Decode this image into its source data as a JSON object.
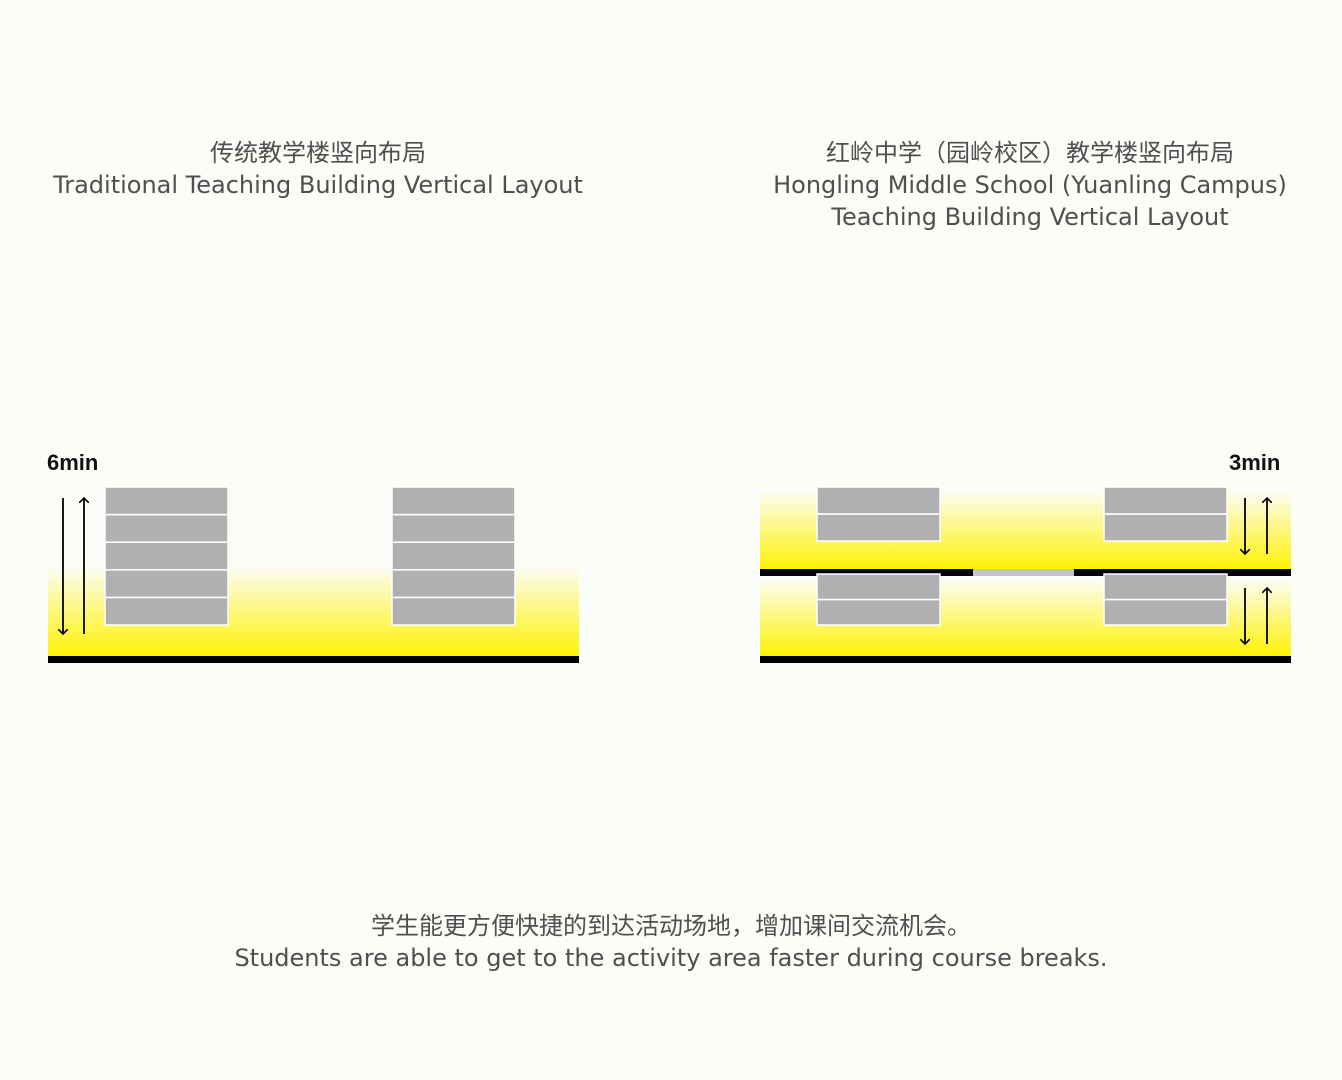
{
  "left_diagram": {
    "title_zh": "传统教学楼竖向布局",
    "title_en": "Traditional Teaching Building Vertical Layout",
    "time_label": "6min",
    "floors_per_building": 5
  },
  "right_diagram": {
    "title_zh": "红岭中学（园岭校区）教学楼竖向布局",
    "title_en_line1": "Hongling Middle School (Yuanling Campus)",
    "title_en_line2": "Teaching Building Vertical Layout",
    "time_label": "3min",
    "floors_per_segment": 2
  },
  "caption": {
    "zh": "学生能更方便快捷的到达活动场地，增加课间交流机会。",
    "en": "Students are able to get to the activity area faster during course breaks."
  },
  "colors": {
    "background": "#fbfdf8",
    "activity_gradient": "#fff200",
    "floor_block": "#b0b0b0",
    "ground_line": "#000000"
  }
}
